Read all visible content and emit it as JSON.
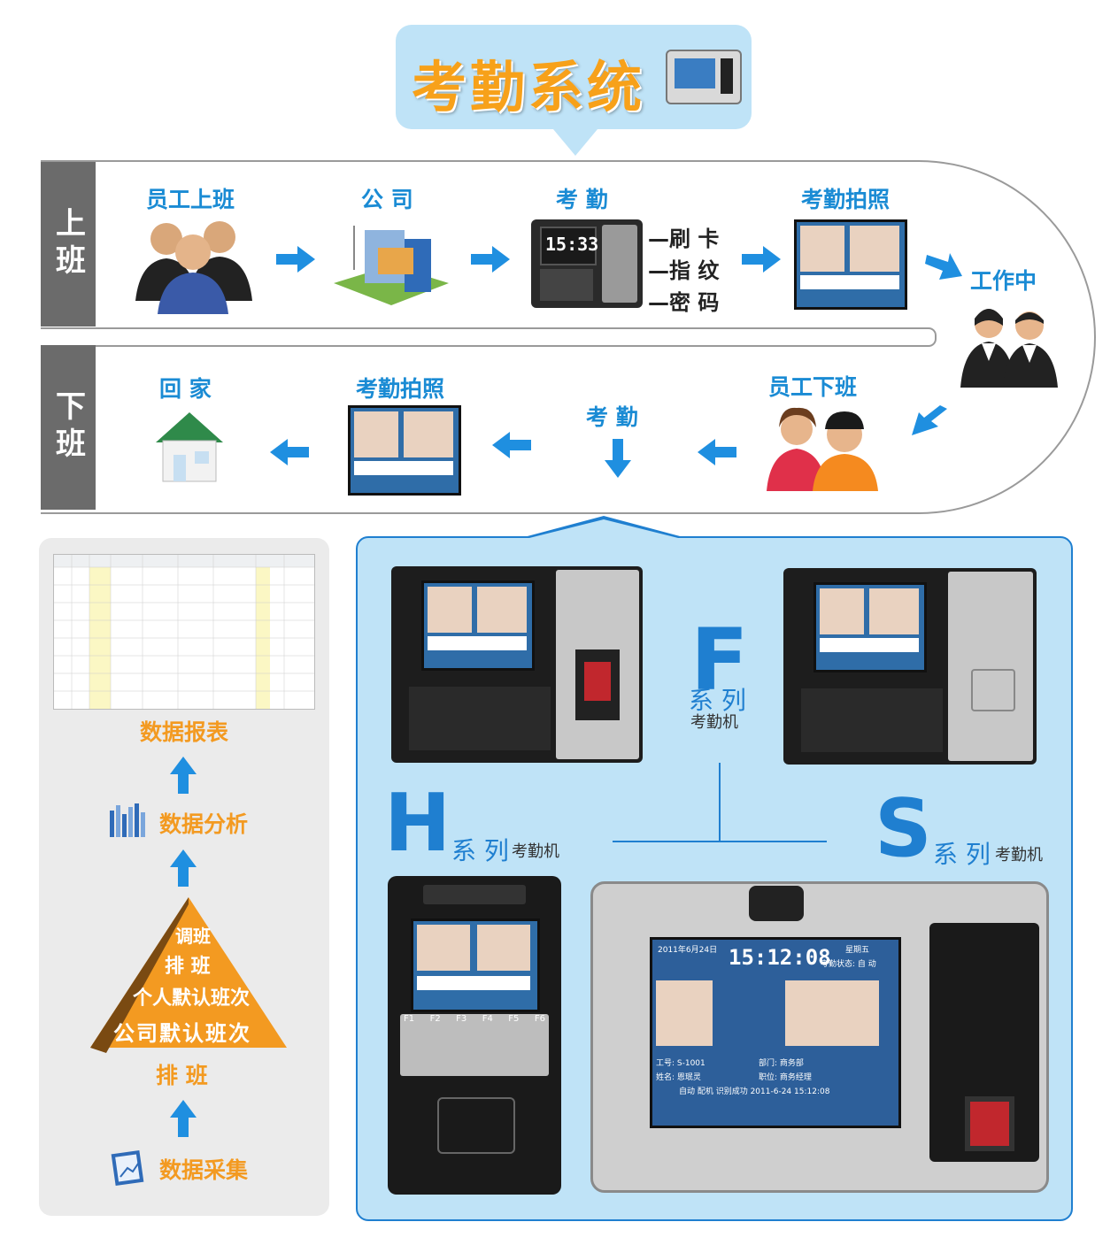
{
  "title": "考勤系统",
  "morning": {
    "side_label": "上班",
    "steps": [
      "员工上班",
      "公 司",
      "考 勤",
      "考勤拍照"
    ],
    "methods": [
      "—刷 卡",
      "—指 纹",
      "—密 码"
    ],
    "device_time": "15:33"
  },
  "working": "工作中",
  "evening": {
    "side_label": "下班",
    "steps": [
      "员工下班",
      "考 勤",
      "考勤拍照",
      "回 家"
    ]
  },
  "left_panel": {
    "report": "数据报表",
    "analysis": "数据分析",
    "pyramid": [
      "调班",
      "排 班",
      "个人默认班次",
      "公司默认班次"
    ],
    "schedule": "排 班",
    "collect": "数据采集"
  },
  "series": {
    "f_letter": "F",
    "f_name": "系 列",
    "f_sub": "考勤机",
    "h_letter": "H",
    "h_name": "系 列",
    "h_sub": "考勤机",
    "s_letter": "S",
    "s_name": "系 列",
    "s_sub": "考勤机"
  },
  "s_device": {
    "date": "2011年6月24日",
    "weekday": "星期五",
    "time": "15:12:08",
    "mode": "考勤状态: 自 动",
    "id_row": "工号: S-1001",
    "dept_row": "部门: 商务部",
    "name_row": "姓名: 恩珉灵",
    "title_row": "职位: 商务经理",
    "status_row": "自动 配机 识别成功 2011-6-24 15:12:08"
  },
  "h_device_keys": [
    "F1",
    "F2",
    "F3",
    "F4",
    "F5",
    "F6"
  ]
}
